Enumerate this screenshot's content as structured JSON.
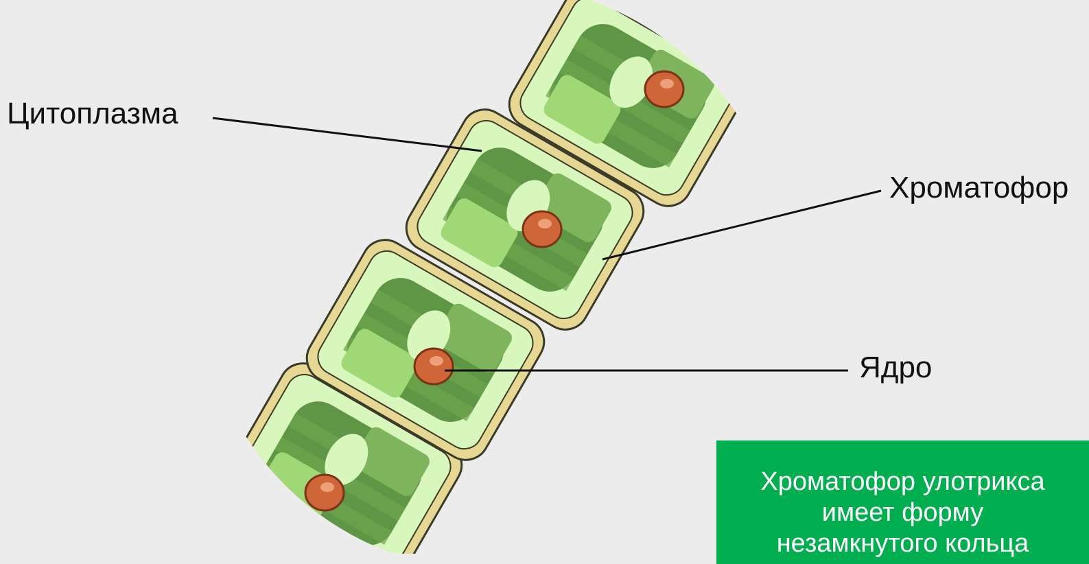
{
  "diagram": {
    "labels": {
      "cytoplasm": "Цитоплазма",
      "chromatophore": "Хроматофор",
      "nucleus": "Ядро"
    }
  },
  "note": {
    "text": "Хроматофор улотрикса\nимеет форму\nнезамкнутого кольца"
  },
  "colors": {
    "background": "#ececec",
    "cell_wall": "#e6d893",
    "cell_wall_outline": "#3a3a2a",
    "cytoplasm": "#d8f7bd",
    "chromatophore_dark": "#5e9645",
    "chromatophore_mid": "#72ad52",
    "chromatophore_light": "#a0d876",
    "nucleus": "#cf6638",
    "note_box": "#00ad4f"
  }
}
